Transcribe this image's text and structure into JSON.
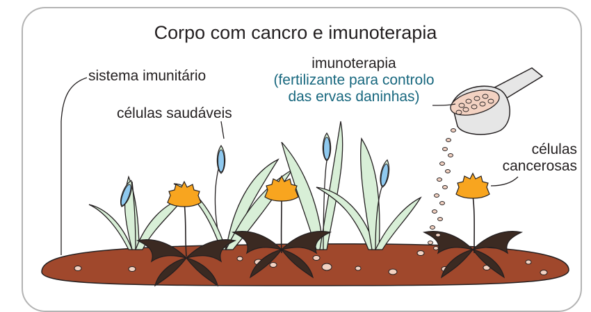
{
  "title": "Corpo com cancro e imunoterapia",
  "labels": {
    "immune_system": "sistema imunitário",
    "healthy_cells": "células saudáveis",
    "immunotherapy": "imunoterapia",
    "immunotherapy_desc_1": "(fertilizante para controlo",
    "immunotherapy_desc_2": "das ervas daninhas)",
    "cancer_cells_1": "células",
    "cancer_cells_2": "cancerosas"
  },
  "colors": {
    "soil": "#a0482c",
    "leaf": "#d8efd7",
    "leaf_vein": "#a6cfa3",
    "flower_bud": "#8fc9ef",
    "dandelion": "#f8a51f",
    "weed_leaf": "#3b2a22",
    "scoop": "#e6e6e6",
    "seed": "#f3d2c2",
    "accent_text": "#17677e",
    "frame": "#b3b3b3"
  }
}
